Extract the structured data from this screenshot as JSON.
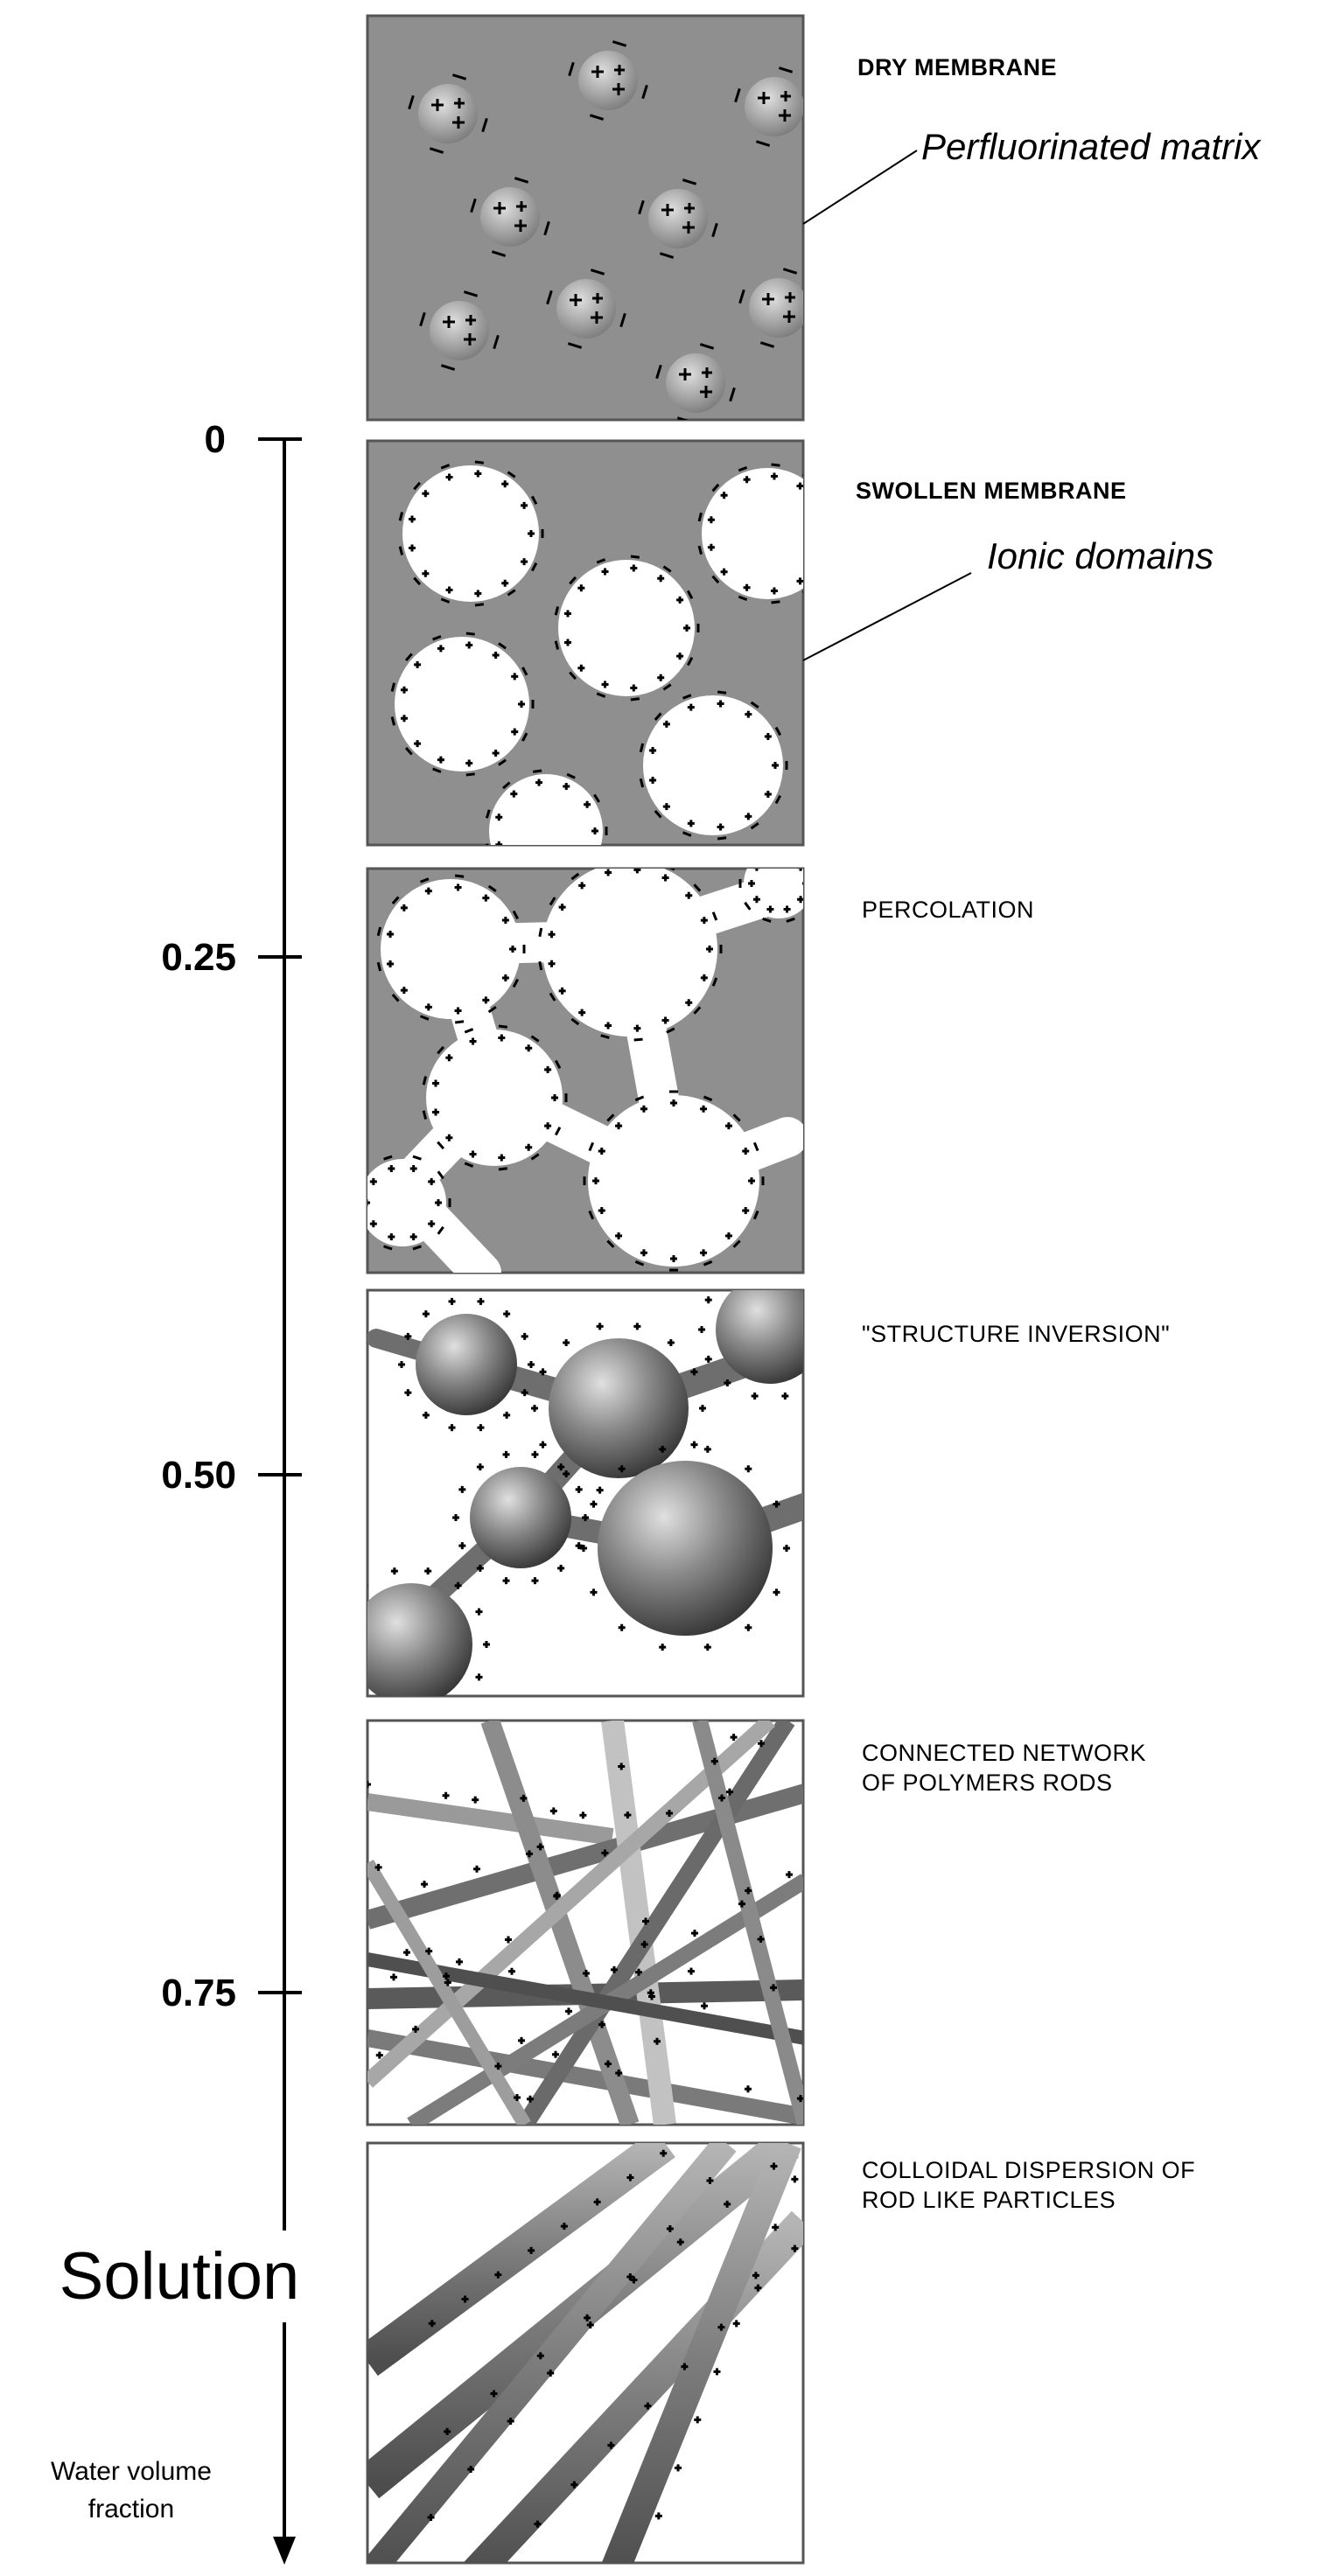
{
  "axis": {
    "ticks": [
      {
        "label": "0",
        "value": 0
      },
      {
        "label": "0.25",
        "value": 0.25
      },
      {
        "label": "0.50",
        "value": 0.5
      },
      {
        "label": "0.75",
        "value": 0.75
      }
    ],
    "end_label": "Solution",
    "axis_label_line1": "Water volume",
    "axis_label_line2": "fraction"
  },
  "stages": [
    {
      "title": "DRY MEMBRANE",
      "callout": "Perfluorinated matrix"
    },
    {
      "title": "SWOLLEN MEMBRANE",
      "callout": "Ionic domains"
    },
    {
      "title": "PERCOLATION"
    },
    {
      "title": "\"STRUCTURE INVERSION\""
    },
    {
      "title_line1": "CONNECTED NETWORK",
      "title_line2": "OF POLYMERS RODS"
    },
    {
      "title_line1": "COLLOIDAL DISPERSION OF",
      "title_line2": "ROD LIKE PARTICLES"
    }
  ],
  "colors": {
    "matrix": "#8f8f8f",
    "frame": "#555555",
    "water": "#ffffff",
    "ink": "#000000",
    "sphere_dark": "#4a4a4a",
    "sphere_light": "#d8d8d8"
  }
}
